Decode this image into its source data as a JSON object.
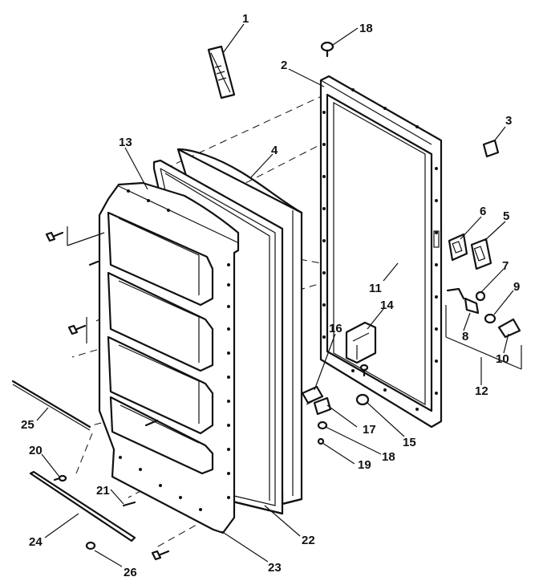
{
  "callouts": [
    {
      "id": "1",
      "text": "1"
    },
    {
      "id": "2",
      "text": "2"
    },
    {
      "id": "3",
      "text": "3"
    },
    {
      "id": "4",
      "text": "4"
    },
    {
      "id": "5",
      "text": "5"
    },
    {
      "id": "6",
      "text": "6"
    },
    {
      "id": "7",
      "text": "7"
    },
    {
      "id": "8",
      "text": "8"
    },
    {
      "id": "9",
      "text": "9"
    },
    {
      "id": "10",
      "text": "10"
    },
    {
      "id": "11",
      "text": "11"
    },
    {
      "id": "12",
      "text": "12"
    },
    {
      "id": "13",
      "text": "13"
    },
    {
      "id": "14",
      "text": "14"
    },
    {
      "id": "15",
      "text": "15"
    },
    {
      "id": "16",
      "text": "16"
    },
    {
      "id": "17",
      "text": "17"
    },
    {
      "id": "18a",
      "text": "18"
    },
    {
      "id": "18b",
      "text": "18"
    },
    {
      "id": "19",
      "text": "19"
    },
    {
      "id": "20",
      "text": "20"
    },
    {
      "id": "21",
      "text": "21"
    },
    {
      "id": "22",
      "text": "22"
    },
    {
      "id": "23",
      "text": "23"
    },
    {
      "id": "24",
      "text": "24"
    },
    {
      "id": "25",
      "text": "25"
    },
    {
      "id": "26",
      "text": "26"
    }
  ]
}
